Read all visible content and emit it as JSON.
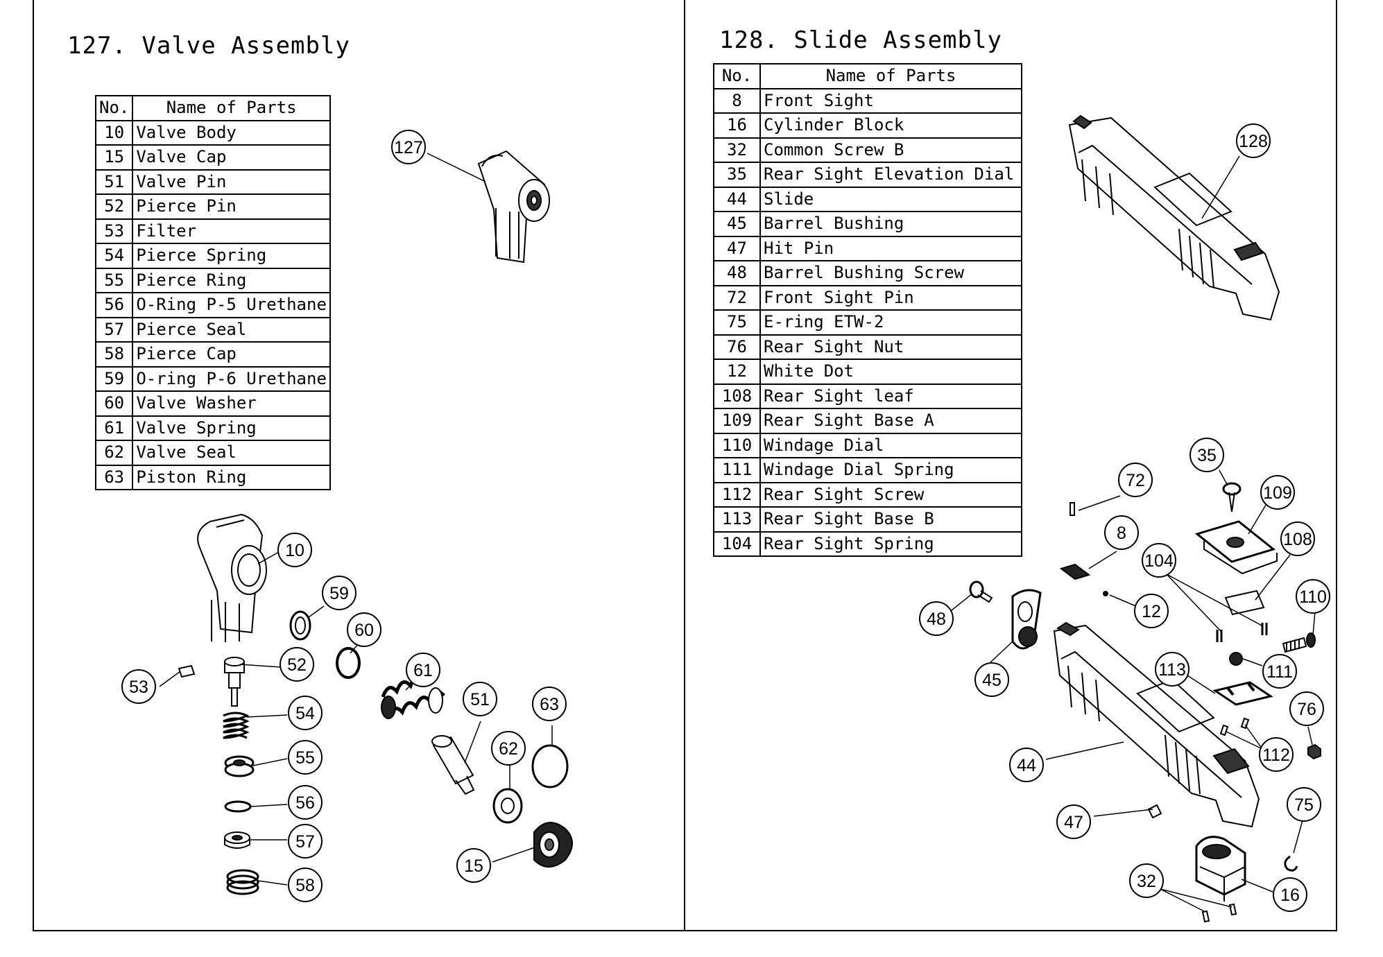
{
  "left_panel": {
    "title": "127. Valve Assembly",
    "table": {
      "headers": [
        "No.",
        "Name of Parts"
      ],
      "rows": [
        [
          "10",
          "Valve Body"
        ],
        [
          "15",
          "Valve Cap"
        ],
        [
          "51",
          "Valve Pin"
        ],
        [
          "52",
          "Pierce Pin"
        ],
        [
          "53",
          "Filter"
        ],
        [
          "54",
          "Pierce Spring"
        ],
        [
          "55",
          "Pierce Ring"
        ],
        [
          "56",
          "O-Ring P-5 Urethane"
        ],
        [
          "57",
          "Pierce Seal"
        ],
        [
          "58",
          "Pierce Cap"
        ],
        [
          "59",
          "O-ring P-6 Urethane"
        ],
        [
          "60",
          "Valve Washer"
        ],
        [
          "61",
          "Valve Spring"
        ],
        [
          "62",
          "Valve Seal"
        ],
        [
          "63",
          "Piston Ring"
        ]
      ]
    },
    "callouts": [
      "127",
      "10",
      "59",
      "60",
      "61",
      "52",
      "53",
      "54",
      "51",
      "63",
      "55",
      "62",
      "56",
      "57",
      "15",
      "58"
    ]
  },
  "right_panel": {
    "title": "128. Slide Assembly",
    "table": {
      "headers": [
        "No.",
        "Name of Parts"
      ],
      "rows": [
        [
          "8",
          "Front Sight"
        ],
        [
          "16",
          "Cylinder Block"
        ],
        [
          "32",
          "Common Screw B"
        ],
        [
          "35",
          "Rear Sight Elevation Dial"
        ],
        [
          "44",
          "Slide"
        ],
        [
          "45",
          "Barrel Bushing"
        ],
        [
          "47",
          "Hit Pin"
        ],
        [
          "48",
          "Barrel Bushing Screw"
        ],
        [
          "72",
          "Front Sight Pin"
        ],
        [
          "75",
          "E-ring ETW-2"
        ],
        [
          "76",
          "Rear Sight Nut"
        ],
        [
          "12",
          "White Dot"
        ],
        [
          "108",
          "Rear Sight leaf"
        ],
        [
          "109",
          "Rear Sight Base A"
        ],
        [
          "110",
          "Windage Dial"
        ],
        [
          "111",
          "Windage Dial Spring"
        ],
        [
          "112",
          "Rear Sight Screw"
        ],
        [
          "113",
          "Rear Sight Base B"
        ],
        [
          "104",
          "Rear Sight Spring"
        ]
      ]
    },
    "callouts": [
      "128",
      "35",
      "72",
      "109",
      "8",
      "104",
      "108",
      "110",
      "12",
      "48",
      "45",
      "111",
      "113",
      "76",
      "44",
      "112",
      "75",
      "47",
      "32",
      "16"
    ]
  }
}
